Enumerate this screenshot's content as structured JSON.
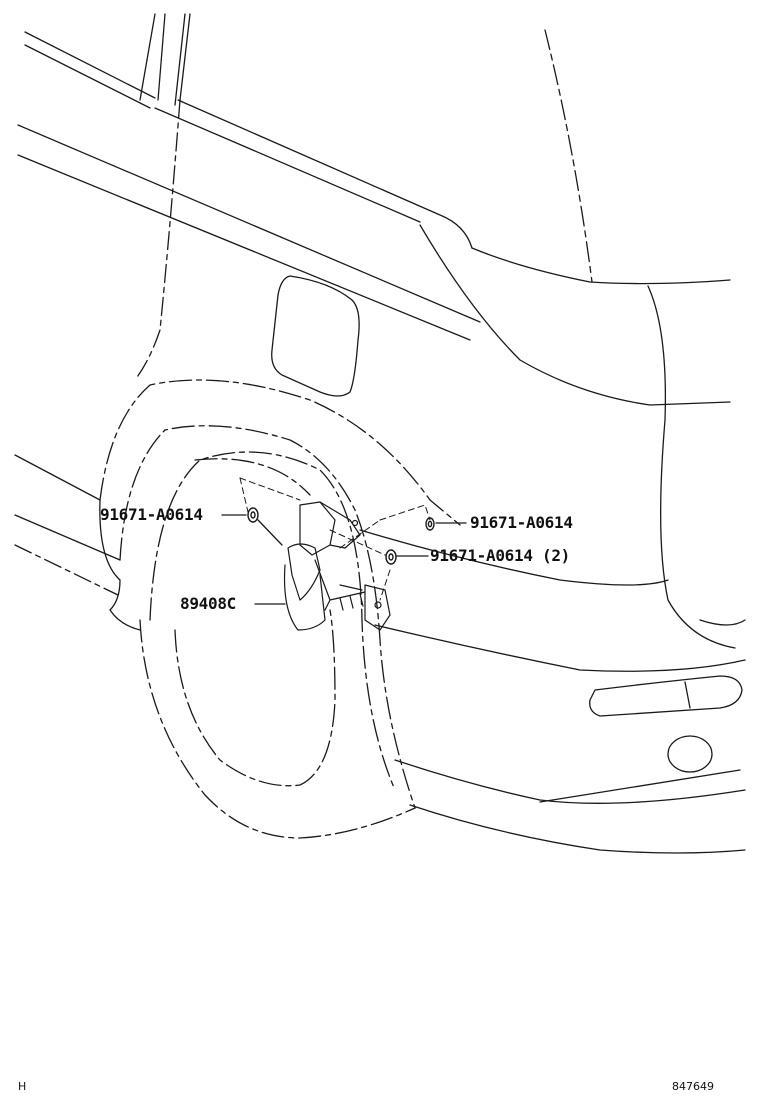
{
  "diagram": {
    "callouts": [
      {
        "id": "bolt-left",
        "text": "91671-A0614"
      },
      {
        "id": "bolt-right-upper",
        "text": "91671-A0614"
      },
      {
        "id": "bolt-right-lower",
        "text": "91671-A0614 (2)"
      },
      {
        "id": "height-sensor",
        "text": "89408C"
      }
    ],
    "corner_left": "H",
    "figure_number": "847649",
    "colors": {
      "line": "#1a1a1a",
      "background": "#ffffff"
    }
  }
}
